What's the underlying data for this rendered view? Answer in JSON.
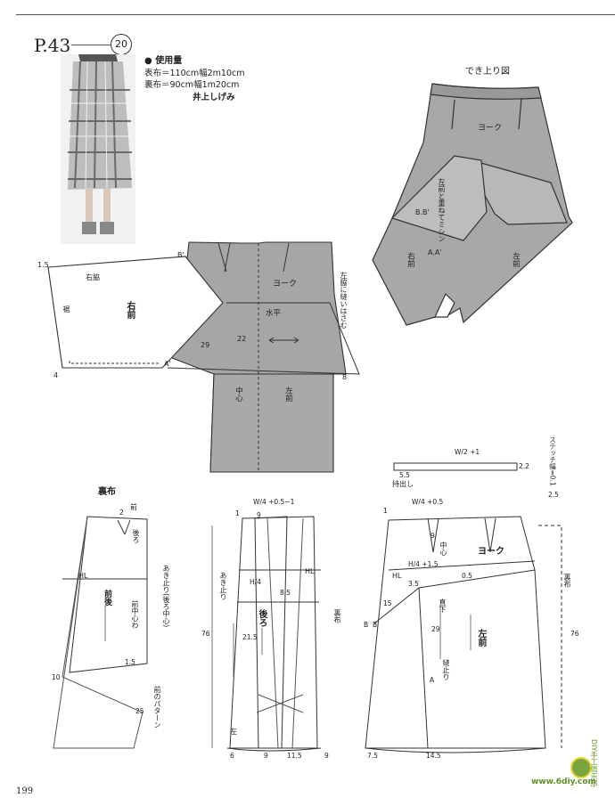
{
  "header": {
    "page_ref": "P.43",
    "pattern_number": "20",
    "materials_heading": "● 使用量",
    "outer_fabric": "表布＝110cm幅2m10cm",
    "lining_fabric": "裏布＝90cm幅1m20cm",
    "finish_note": "井上しげみ"
  },
  "finished_view": {
    "title": "でき上り図",
    "labels": [
      "ヨーク",
      "左前と重ねてミシン",
      "B.B'",
      "A.A'",
      "右前",
      "左前"
    ]
  },
  "layout_diagram": {
    "labels": [
      "B'",
      "1.5",
      "右脇",
      "裾",
      "右前",
      "ヨーク",
      "水平",
      "左脇に縫いはさむ",
      "22",
      "29",
      "A'",
      "4",
      "8",
      "中心",
      "左前"
    ]
  },
  "lining_diagram": {
    "title": "裏布",
    "labels": [
      "前",
      "2",
      "後ろ",
      "HL",
      "前後",
      "前中心わ",
      "あき止り(後ろ中心)",
      "1.5",
      "10",
      "前のパターン",
      "25"
    ]
  },
  "back_diagram": {
    "labels": [
      "W/4 +0.5−1",
      "1",
      "9",
      "あき止り",
      "H/4",
      "8.5",
      "HL",
      "後ろ",
      "76",
      "21.5",
      "左",
      "6",
      "9",
      "11.5",
      "9",
      "裏布",
      "B"
    ]
  },
  "front_diagram": {
    "labels": [
      "W/2 +1",
      "5.5",
      "持出し",
      "2.2",
      "ステッチ幅=0.1",
      "2.5",
      "W/4 +0.5",
      "1",
      "9",
      "中心",
      "ヨーク",
      "H/4 +1.5",
      "HL",
      "3.5",
      "0.5",
      "15",
      "直下",
      "29",
      "左前",
      "縫止り",
      "A",
      "裏布",
      "76",
      "7.5",
      "14.5",
      "B"
    ]
  },
  "footer": {
    "page_number": "199",
    "site_logo": "DIY手工俱乐部",
    "site_url": "www.6diy.com"
  }
}
